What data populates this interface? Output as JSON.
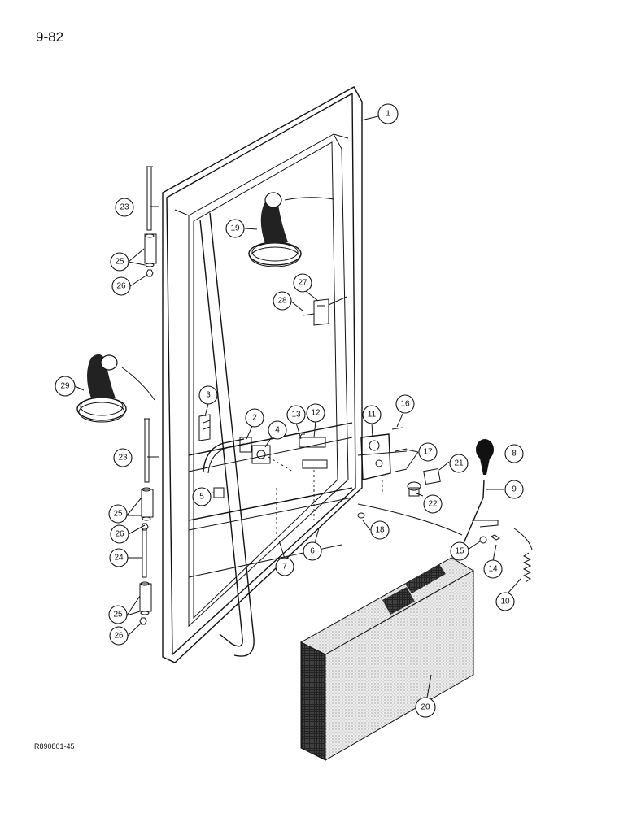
{
  "page_number": "9-82",
  "figure_code": "R890801-45",
  "callouts": [
    "1",
    "2",
    "3",
    "4",
    "5",
    "6",
    "7",
    "8",
    "9",
    "10",
    "11",
    "12",
    "13",
    "14",
    "15",
    "16",
    "17",
    "18",
    "19",
    "20",
    "21",
    "22",
    "23",
    "24",
    "25",
    "26",
    "27",
    "28",
    "29"
  ]
}
